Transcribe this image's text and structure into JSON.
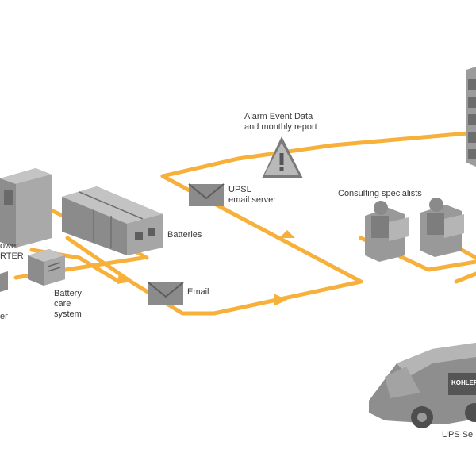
{
  "colors": {
    "flow": "#f7b03a",
    "device_dark": "#6e6e6e",
    "device_mid": "#9a9a9a",
    "device_light": "#c8c8c8",
    "text": "#3a3a3a"
  },
  "labels": {
    "alarm_line1": "Alarm Event Data",
    "alarm_line2": "and monthly report",
    "upsl_line1": "UPSL",
    "upsl_line2": "email server",
    "consulting": "Consulting specialists",
    "batteries": "Batteries",
    "power_line1": "ower",
    "power_line2": "RTER",
    "battery_care_line1": "Battery",
    "battery_care_line2": "care",
    "battery_care_line3": "system",
    "left_edge": "er",
    "email": "Email",
    "ups_service": "UPS Se",
    "van_brand": "KOHLER"
  },
  "icons": [
    "warning-triangle-icon",
    "envelope-icon",
    "envelope-icon",
    "server-rack-icon",
    "ups-cabinet-icon",
    "battery-bank-icon",
    "battery-care-box-icon",
    "person-at-desk-icon",
    "service-van-icon"
  ]
}
